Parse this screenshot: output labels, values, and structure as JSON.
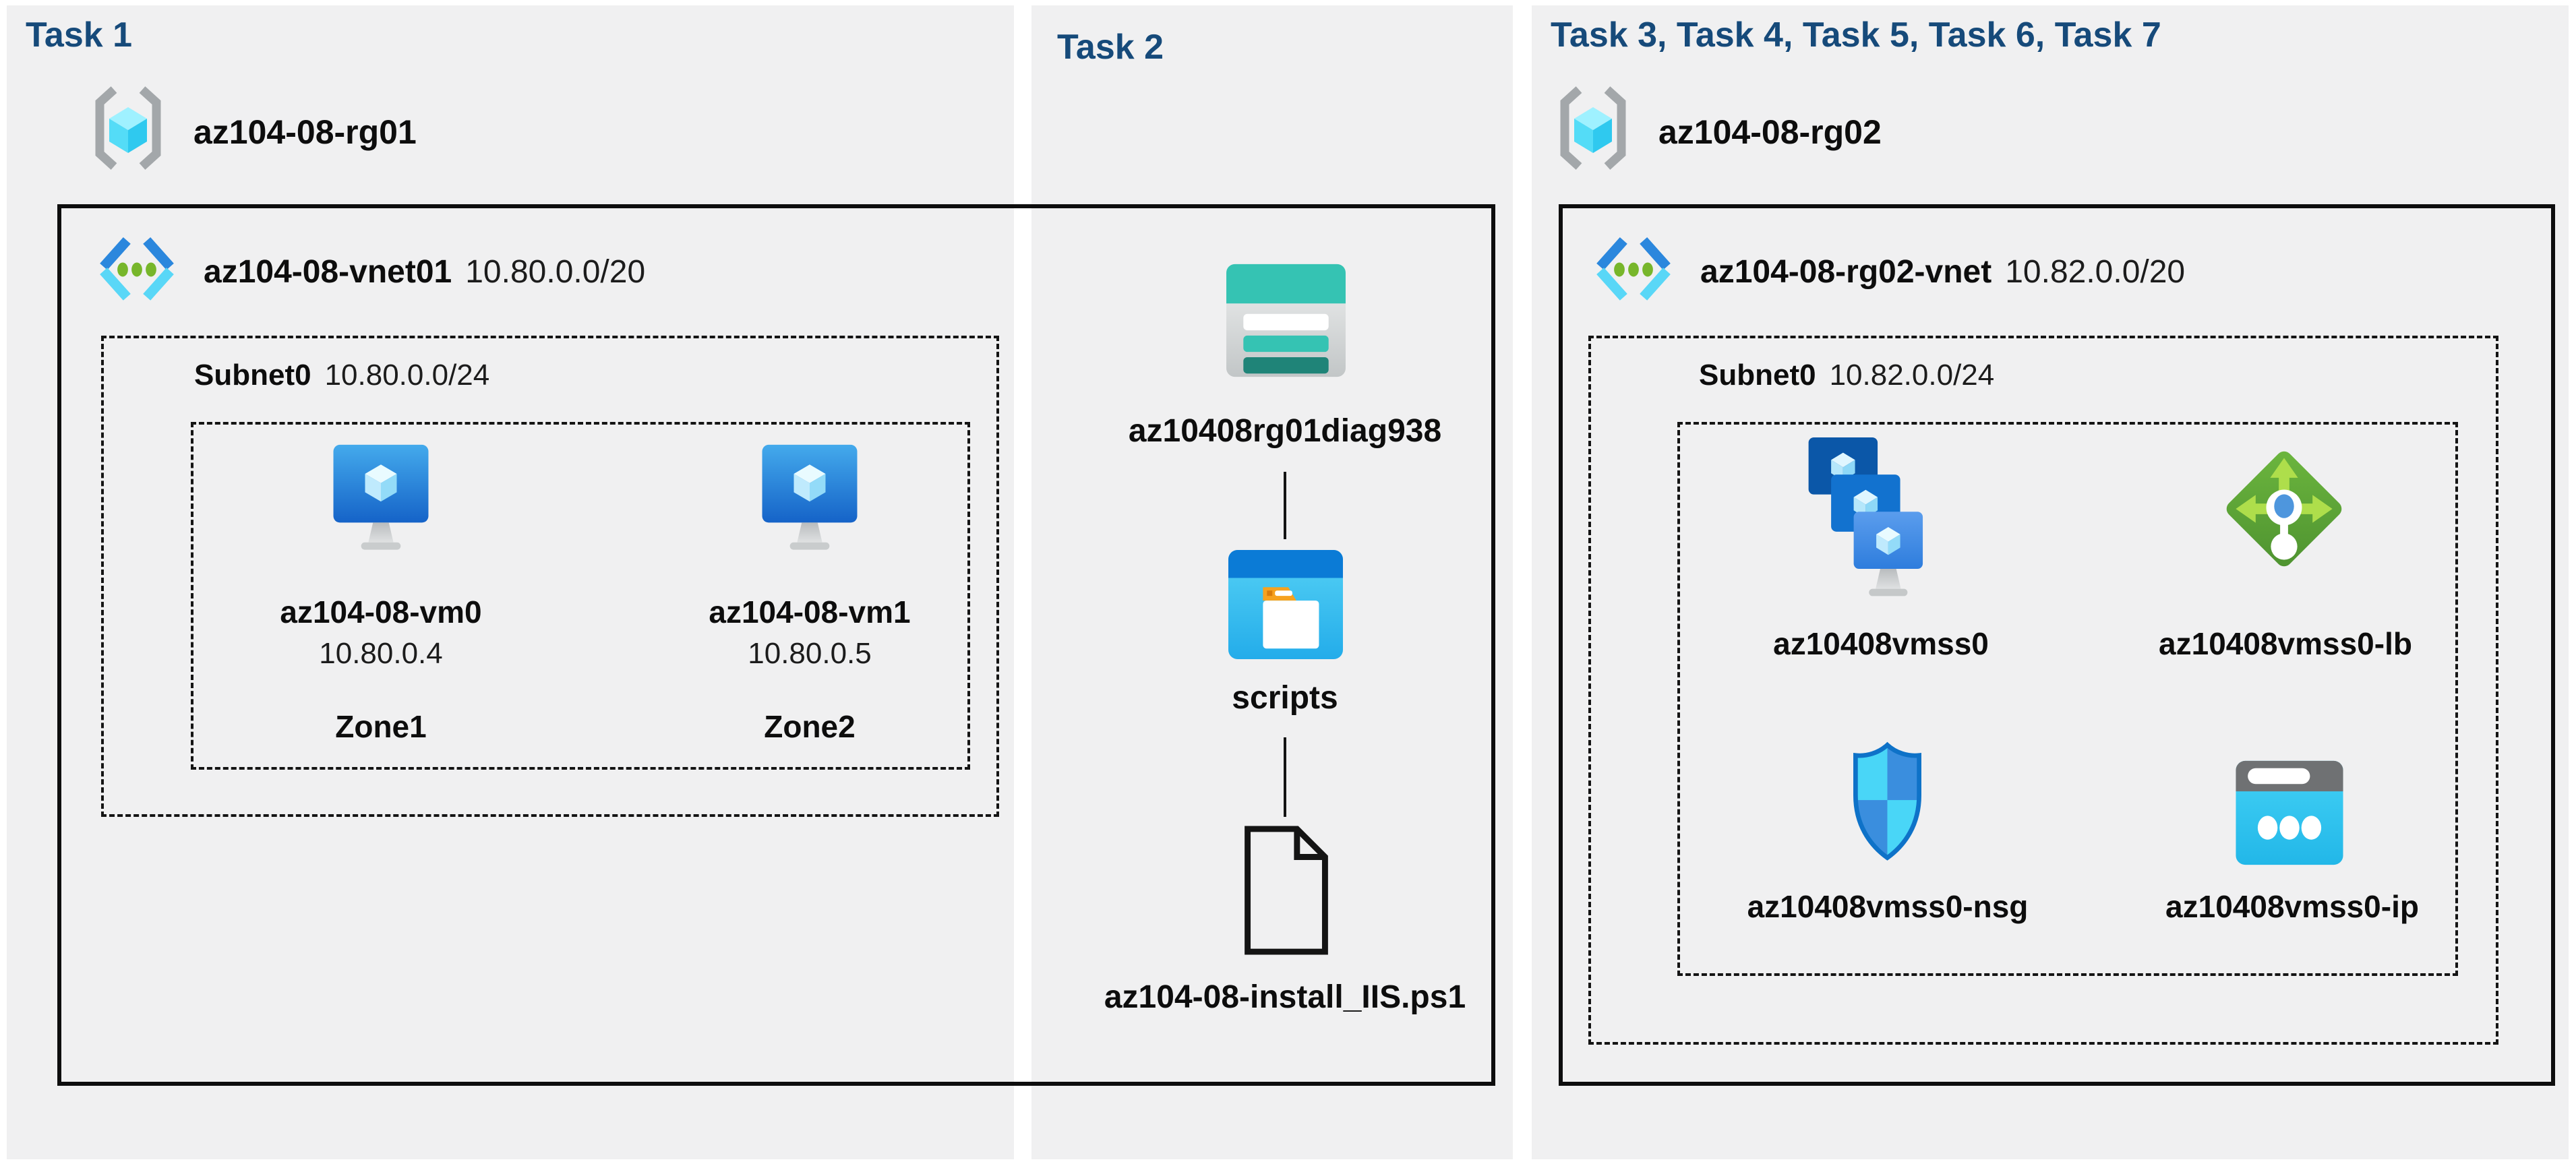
{
  "diagram": {
    "colors": {
      "task_title": "#164a7a",
      "panel_background": "#f0f0f1",
      "border_black": "#141414",
      "vm_blue": "#1d6fd0",
      "storage_teal": "#35c3b3",
      "container_blue": "#0b7bd6",
      "lb_green": "#5ca634",
      "nsg_cyan": "#49d6f7",
      "ip_cyan": "#35c9f0"
    },
    "panels": [
      {
        "title": "Task 1",
        "resource_group": "az104-08-rg01",
        "vnet": {
          "name": "az104-08-vnet01",
          "cidr": "10.80.0.0/20"
        },
        "subnet": {
          "name": "Subnet0",
          "cidr": "10.80.0.0/24"
        },
        "vms": [
          {
            "name": "az104-08-vm0",
            "ip": "10.80.0.4",
            "zone": "Zone1"
          },
          {
            "name": "az104-08-vm1",
            "ip": "10.80.0.5",
            "zone": "Zone2"
          }
        ]
      },
      {
        "title": "Task 2",
        "storage_account": "az10408rg01diag938",
        "container": "scripts",
        "file": "az104-08-install_IIS.ps1"
      },
      {
        "title": "Task 3, Task 4, Task 5, Task 6, Task 7",
        "resource_group": "az104-08-rg02",
        "vnet": {
          "name": "az104-08-rg02-vnet",
          "cidr": "10.82.0.0/20"
        },
        "subnet": {
          "name": "Subnet0",
          "cidr": "10.82.0.0/24"
        },
        "resources": [
          {
            "name": "az10408vmss0",
            "type": "virtual-machine-scale-set"
          },
          {
            "name": "az10408vmss0-lb",
            "type": "load-balancer"
          },
          {
            "name": "az10408vmss0-nsg",
            "type": "network-security-group"
          },
          {
            "name": "az10408vmss0-ip",
            "type": "public-ip-address"
          }
        ]
      }
    ]
  }
}
